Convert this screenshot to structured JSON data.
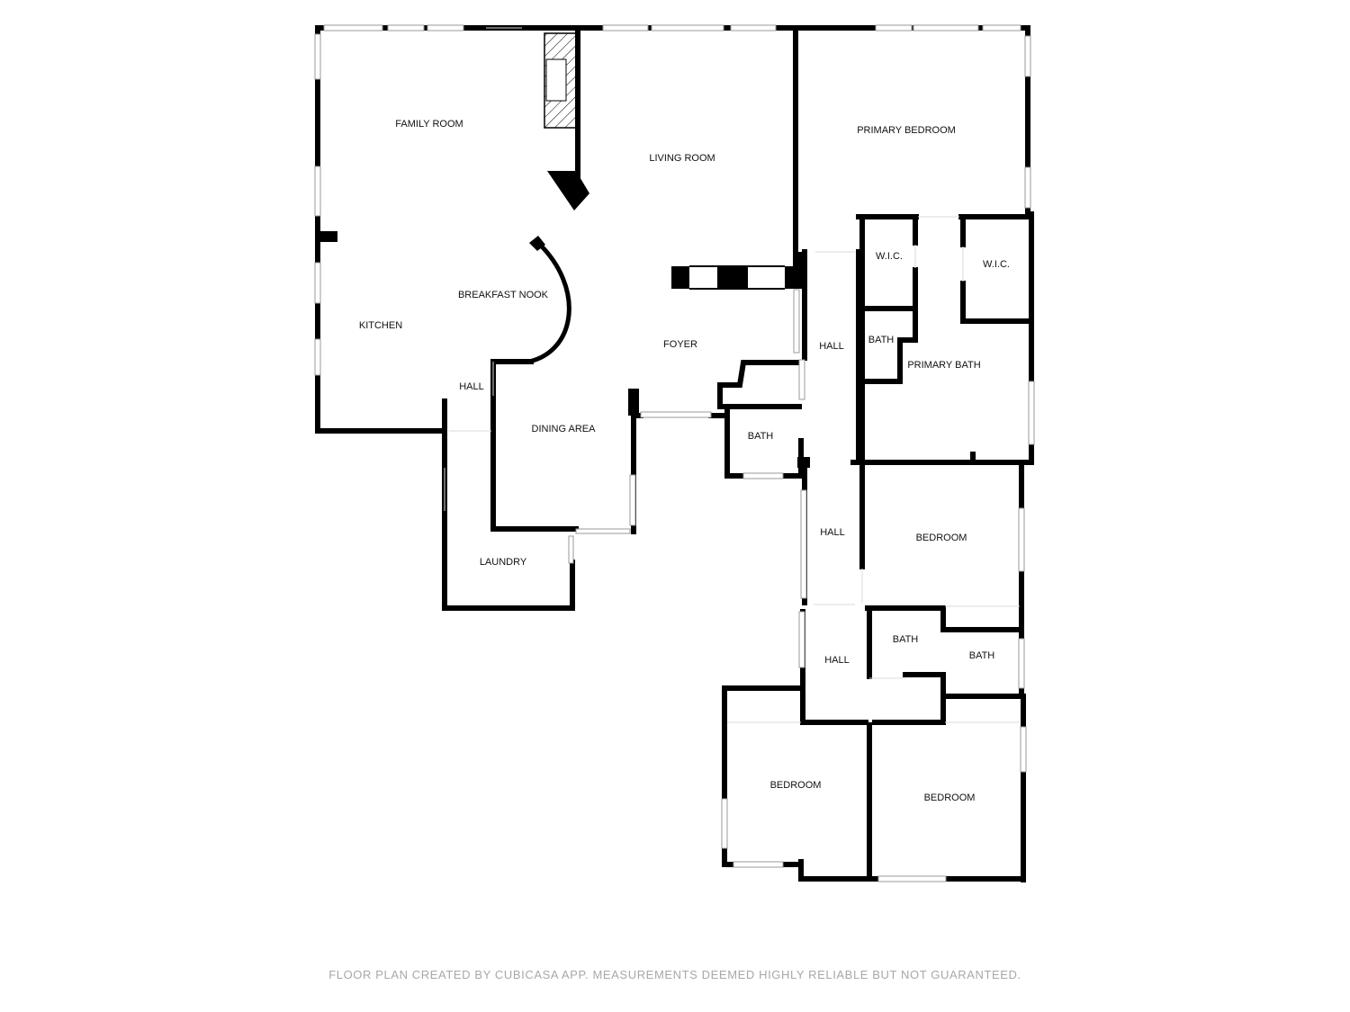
{
  "rooms": {
    "family_room": "FAMILY ROOM",
    "living_room": "LIVING ROOM",
    "primary_bedroom": "PRIMARY BEDROOM",
    "breakfast_nook": "BREAKFAST NOOK",
    "kitchen": "KITCHEN",
    "foyer": "FOYER",
    "hall_kitchen": "HALL",
    "dining_area": "DINING AREA",
    "laundry": "LAUNDRY",
    "wic_left": "W.I.C.",
    "wic_right": "W.I.C.",
    "bath_primary_small": "BATH",
    "primary_bath": "PRIMARY BATH",
    "hall_upper": "HALL",
    "bath_center": "BATH",
    "hall_middle": "HALL",
    "bedroom_middle": "BEDROOM",
    "bath_lower_left": "BATH",
    "bath_lower_right": "BATH",
    "hall_lower": "HALL",
    "bedroom_lower_left": "BEDROOM",
    "bedroom_lower_right": "BEDROOM"
  },
  "footer": "FLOOR PLAN CREATED BY CUBICASA APP. MEASUREMENTS DEEMED HIGHLY RELIABLE BUT NOT GUARANTEED."
}
